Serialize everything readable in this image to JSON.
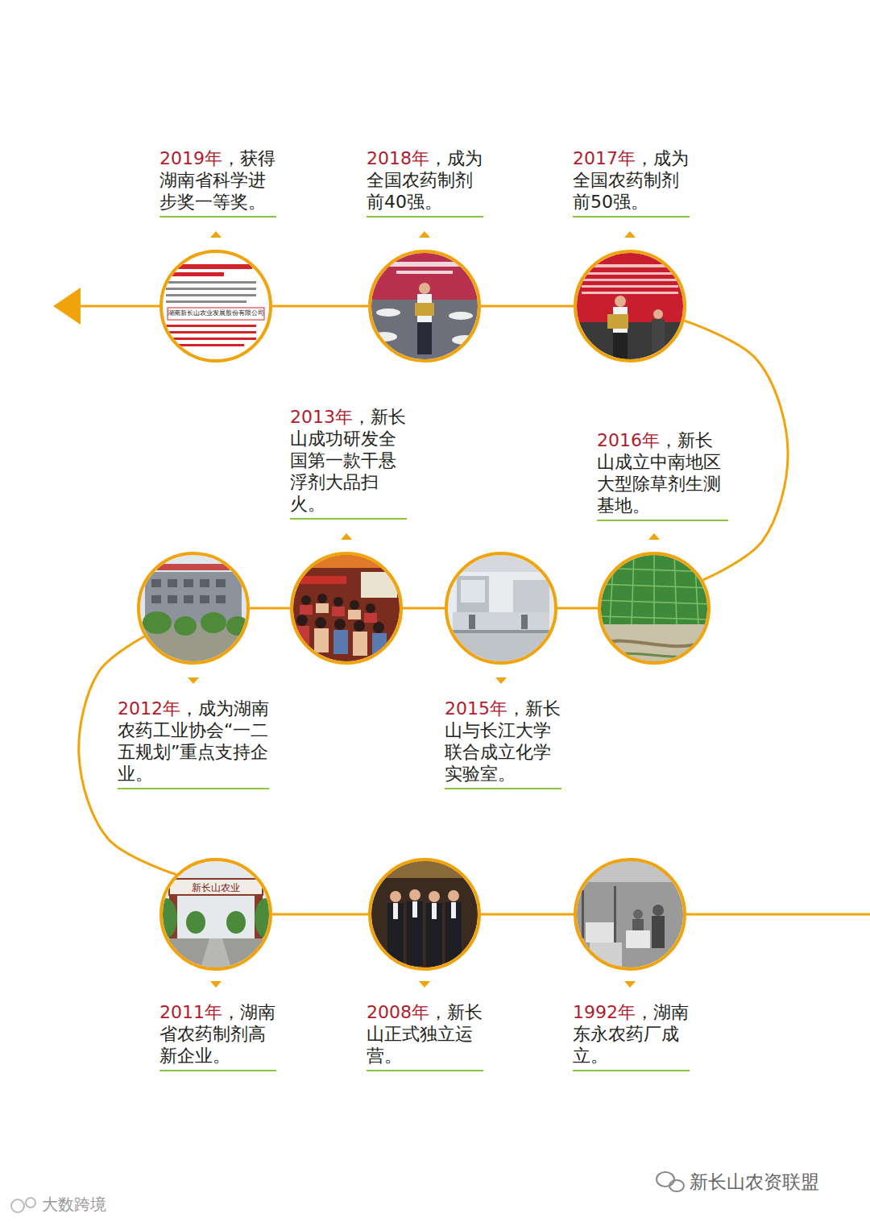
{
  "diagram": {
    "nodes": [
      {
        "text": [
          "1992年",
          "，湖南东永农药厂成立。"
        ]
      },
      {
        "text": [
          "2008年",
          "，新长山正式独立运营。"
        ]
      },
      {
        "text": [
          "2011年",
          "，湖南省农药制剂高新企业。"
        ]
      },
      {
        "text": [
          "2012年",
          "，成为湖南农药工业协会“一二五规划”重点支持企业。"
        ]
      },
      {
        "text": [
          "2013年",
          "，新长山成功研发全国第一款干悬浮剂大品扫火。"
        ]
      },
      {
        "text": [
          "2015年",
          "，新长山与长江大学联合成立化学实验室。"
        ]
      },
      {
        "text": [
          "2016年",
          "，新长山成立中南地区大型除草剂生测基地。"
        ]
      },
      {
        "text": [
          "2017年",
          "，成为全国农药制剂前50强。"
        ]
      },
      {
        "text": [
          "2018年",
          "，成为全国农药制剂前40强。"
        ]
      },
      {
        "text": [
          "2019年",
          "，获得湖南省科学进步奖一等奖。"
        ]
      }
    ],
    "edges": [
      {
        "from": 0,
        "to": 1,
        "arrow": "none"
      },
      {
        "from": 1,
        "to": 2,
        "arrow": "none"
      },
      {
        "from": 2,
        "to": 3,
        "arrow": "none"
      },
      {
        "from": 3,
        "to": 4,
        "arrow": "none"
      },
      {
        "from": 4,
        "to": 5,
        "arrow": "none"
      },
      {
        "from": 5,
        "to": 6,
        "arrow": "none"
      },
      {
        "from": 6,
        "to": 7,
        "arrow": "none"
      },
      {
        "from": 7,
        "to": 8,
        "arrow": "none"
      },
      {
        "from": 8,
        "to": 9,
        "arrow": "none"
      }
    ],
    "labels": [
      "湖南新长山农业发展股份有限公司",
      "新长山农业",
      "新长山农资联盟",
      "大数跨境"
    ]
  }
}
